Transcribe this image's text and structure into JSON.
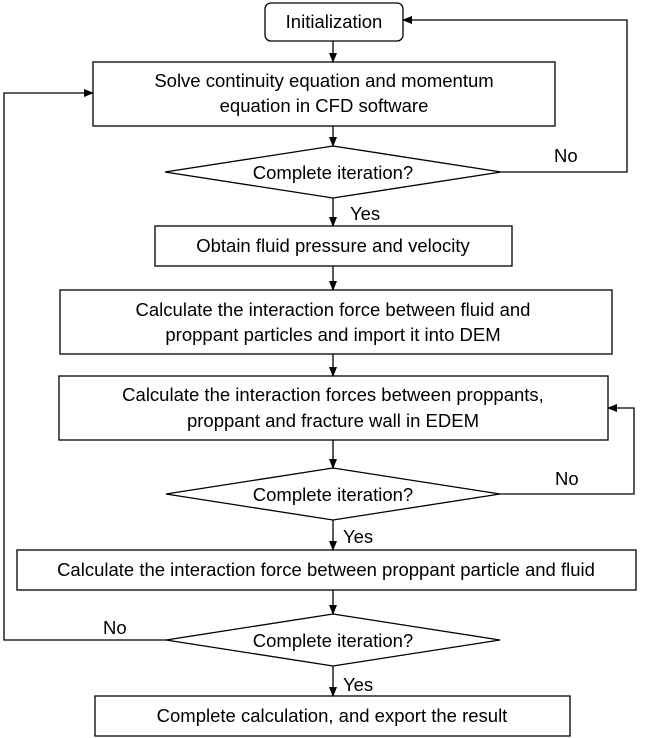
{
  "nodes": {
    "init": "Initialization",
    "solve": [
      "Solve continuity equation and momentum",
      "equation in CFD software"
    ],
    "check1": "Complete iteration?",
    "obtain": "Obtain fluid pressure and velocity",
    "calc1": [
      "Calculate the interaction force between fluid and",
      "proppant particles and import it into DEM"
    ],
    "calc2": [
      "Calculate the interaction forces between proppants,",
      "proppant and fracture wall in EDEM"
    ],
    "check2": "Complete iteration?",
    "calc3": "Calculate the interaction force between proppant particle and fluid",
    "check3": "Complete iteration?",
    "final": "Complete calculation, and export the result"
  },
  "edge_labels": {
    "no1": "No",
    "yes1": "Yes",
    "no2": "No",
    "yes2": "Yes",
    "no3": "No",
    "yes3": "Yes"
  }
}
